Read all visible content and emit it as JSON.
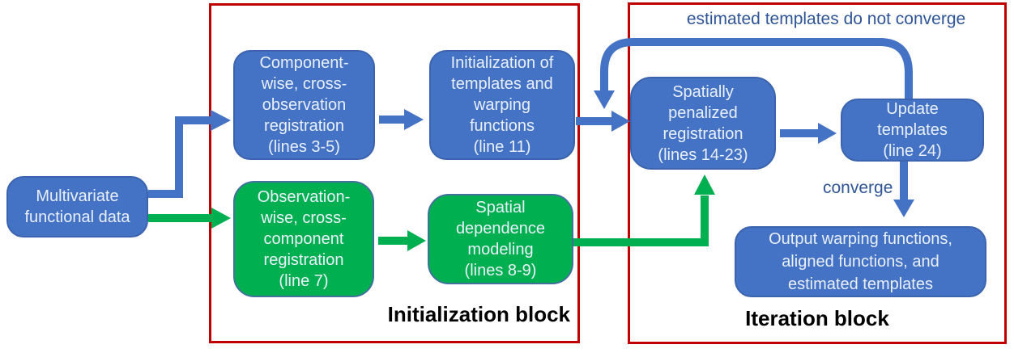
{
  "figure": {
    "type": "flowchart",
    "blocks": {
      "initialization": {
        "label": "Initialization block"
      },
      "iteration": {
        "label": "Iteration block"
      }
    },
    "nodes": {
      "multivariate": {
        "label": "Multivariate\nfunctional data",
        "color": "#4472C4"
      },
      "componentwise": {
        "label": "Component-\nwise, cross-\nobservation\nregistration\n(lines 3-5)",
        "color": "#4472C4"
      },
      "init_templates": {
        "label": "Initialization of\ntemplates and\nwarping\nfunctions\n(line 11)",
        "color": "#4472C4"
      },
      "observationwise": {
        "label": "Observation-\nwise, cross-\ncomponent\nregistration\n(line 7)",
        "color": "#00B050"
      },
      "spatial_dependence": {
        "label": "Spatial\ndependence\nmodeling\n(lines 8-9)",
        "color": "#00B050"
      },
      "spatially_penalized": {
        "label": "Spatially\npenalized\nregistration\n(lines 14-23)",
        "color": "#4472C4"
      },
      "update_templates": {
        "label": "Update\ntemplates\n(line 24)",
        "color": "#4472C4"
      },
      "output": {
        "label": "Output warping functions,\naligned functions, and\nestimated templates",
        "color": "#4472C4"
      }
    },
    "edge_labels": {
      "not_converge": "estimated templates do not converge",
      "converge": "converge"
    },
    "colors": {
      "node_blue": "#4472C4",
      "node_green": "#00B050",
      "frame_red": "#C00000",
      "annotation_blue": "#2F5597",
      "node_text": "#EAF0FA",
      "block_label_black": "#000000"
    }
  }
}
